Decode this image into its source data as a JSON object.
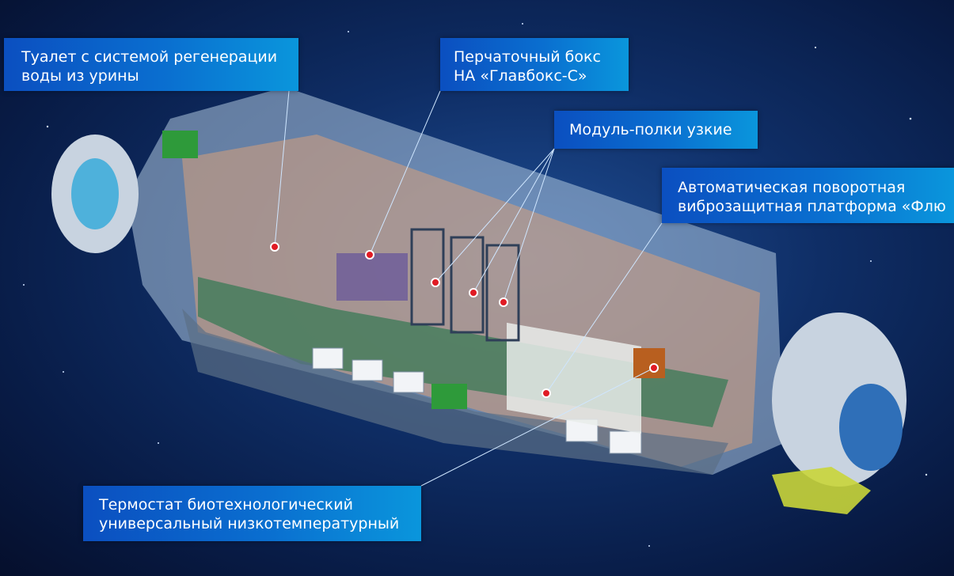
{
  "callouts": [
    {
      "id": "toilet",
      "lines": [
        "Туалет с системой регенерации",
        "воды из урины"
      ]
    },
    {
      "id": "glovebox",
      "lines": [
        "Перчаточный бокс",
        "НА «Главбокс-С»"
      ]
    },
    {
      "id": "shelves",
      "lines": [
        "Модуль-полки узкие"
      ]
    },
    {
      "id": "platform",
      "lines": [
        "Автоматическая поворотная",
        "виброзащитная платформа «Флю"
      ]
    },
    {
      "id": "thermostat",
      "lines": [
        "Термостат биотехнологический",
        "универсальный низкотемпературный"
      ]
    }
  ],
  "colors": {
    "accent": "#0a6fd0",
    "marker": "#e01b24",
    "background": "#0f2e66"
  }
}
